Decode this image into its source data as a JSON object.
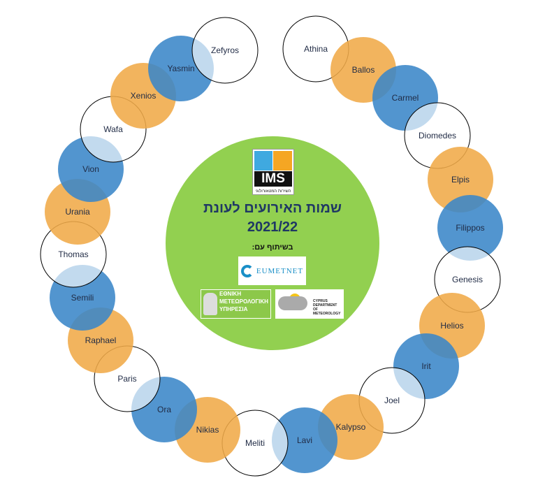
{
  "center": {
    "title_line1": "שמות האירועים לעונת",
    "title_line2": "2021/22",
    "cooperation_label": "בשיתוף עם:",
    "logos": {
      "ims": {
        "text": "IMS",
        "subtitle": "השירות המטאורולוגי"
      },
      "eumetnet": {
        "text": "EUMETNET"
      },
      "hnms": {
        "line1": "ΕΘΝΙΚΗ",
        "line2": "ΜΕΤΕΩΡΟΛΟΓΙΚΗ",
        "line3": "ΥΠΗΡΕΣΙΑ"
      },
      "cyprus": {
        "text": "CYPRUS DEPARTMENT OF METEOROLOGY"
      }
    },
    "color": "#92d050"
  },
  "colors": {
    "blue": "#3a86c8",
    "orange": "#f0aa48",
    "white": "#ffffff"
  },
  "names": [
    {
      "name": "Athina",
      "color": "white"
    },
    {
      "name": "Ballos",
      "color": "orange"
    },
    {
      "name": "Carmel",
      "color": "blue"
    },
    {
      "name": "Diomedes",
      "color": "white"
    },
    {
      "name": "Elpis",
      "color": "orange"
    },
    {
      "name": "Filippos",
      "color": "blue"
    },
    {
      "name": "Genesis",
      "color": "white"
    },
    {
      "name": "Helios",
      "color": "orange"
    },
    {
      "name": "Irit",
      "color": "blue"
    },
    {
      "name": "Joel",
      "color": "white"
    },
    {
      "name": "Kalypso",
      "color": "orange"
    },
    {
      "name": "Lavi",
      "color": "blue"
    },
    {
      "name": "Meliti",
      "color": "white"
    },
    {
      "name": "Nikias",
      "color": "orange"
    },
    {
      "name": "Ora",
      "color": "blue"
    },
    {
      "name": "Paris",
      "color": "white"
    },
    {
      "name": "Raphael",
      "color": "orange"
    },
    {
      "name": "Semili",
      "color": "blue"
    },
    {
      "name": "Thomas",
      "color": "white"
    },
    {
      "name": "Urania",
      "color": "orange"
    },
    {
      "name": "Vion",
      "color": "blue"
    },
    {
      "name": "Wafa",
      "color": "white"
    },
    {
      "name": "Xenios",
      "color": "orange"
    },
    {
      "name": "Yasmin",
      "color": "blue"
    },
    {
      "name": "Zefyros",
      "color": "white"
    }
  ]
}
